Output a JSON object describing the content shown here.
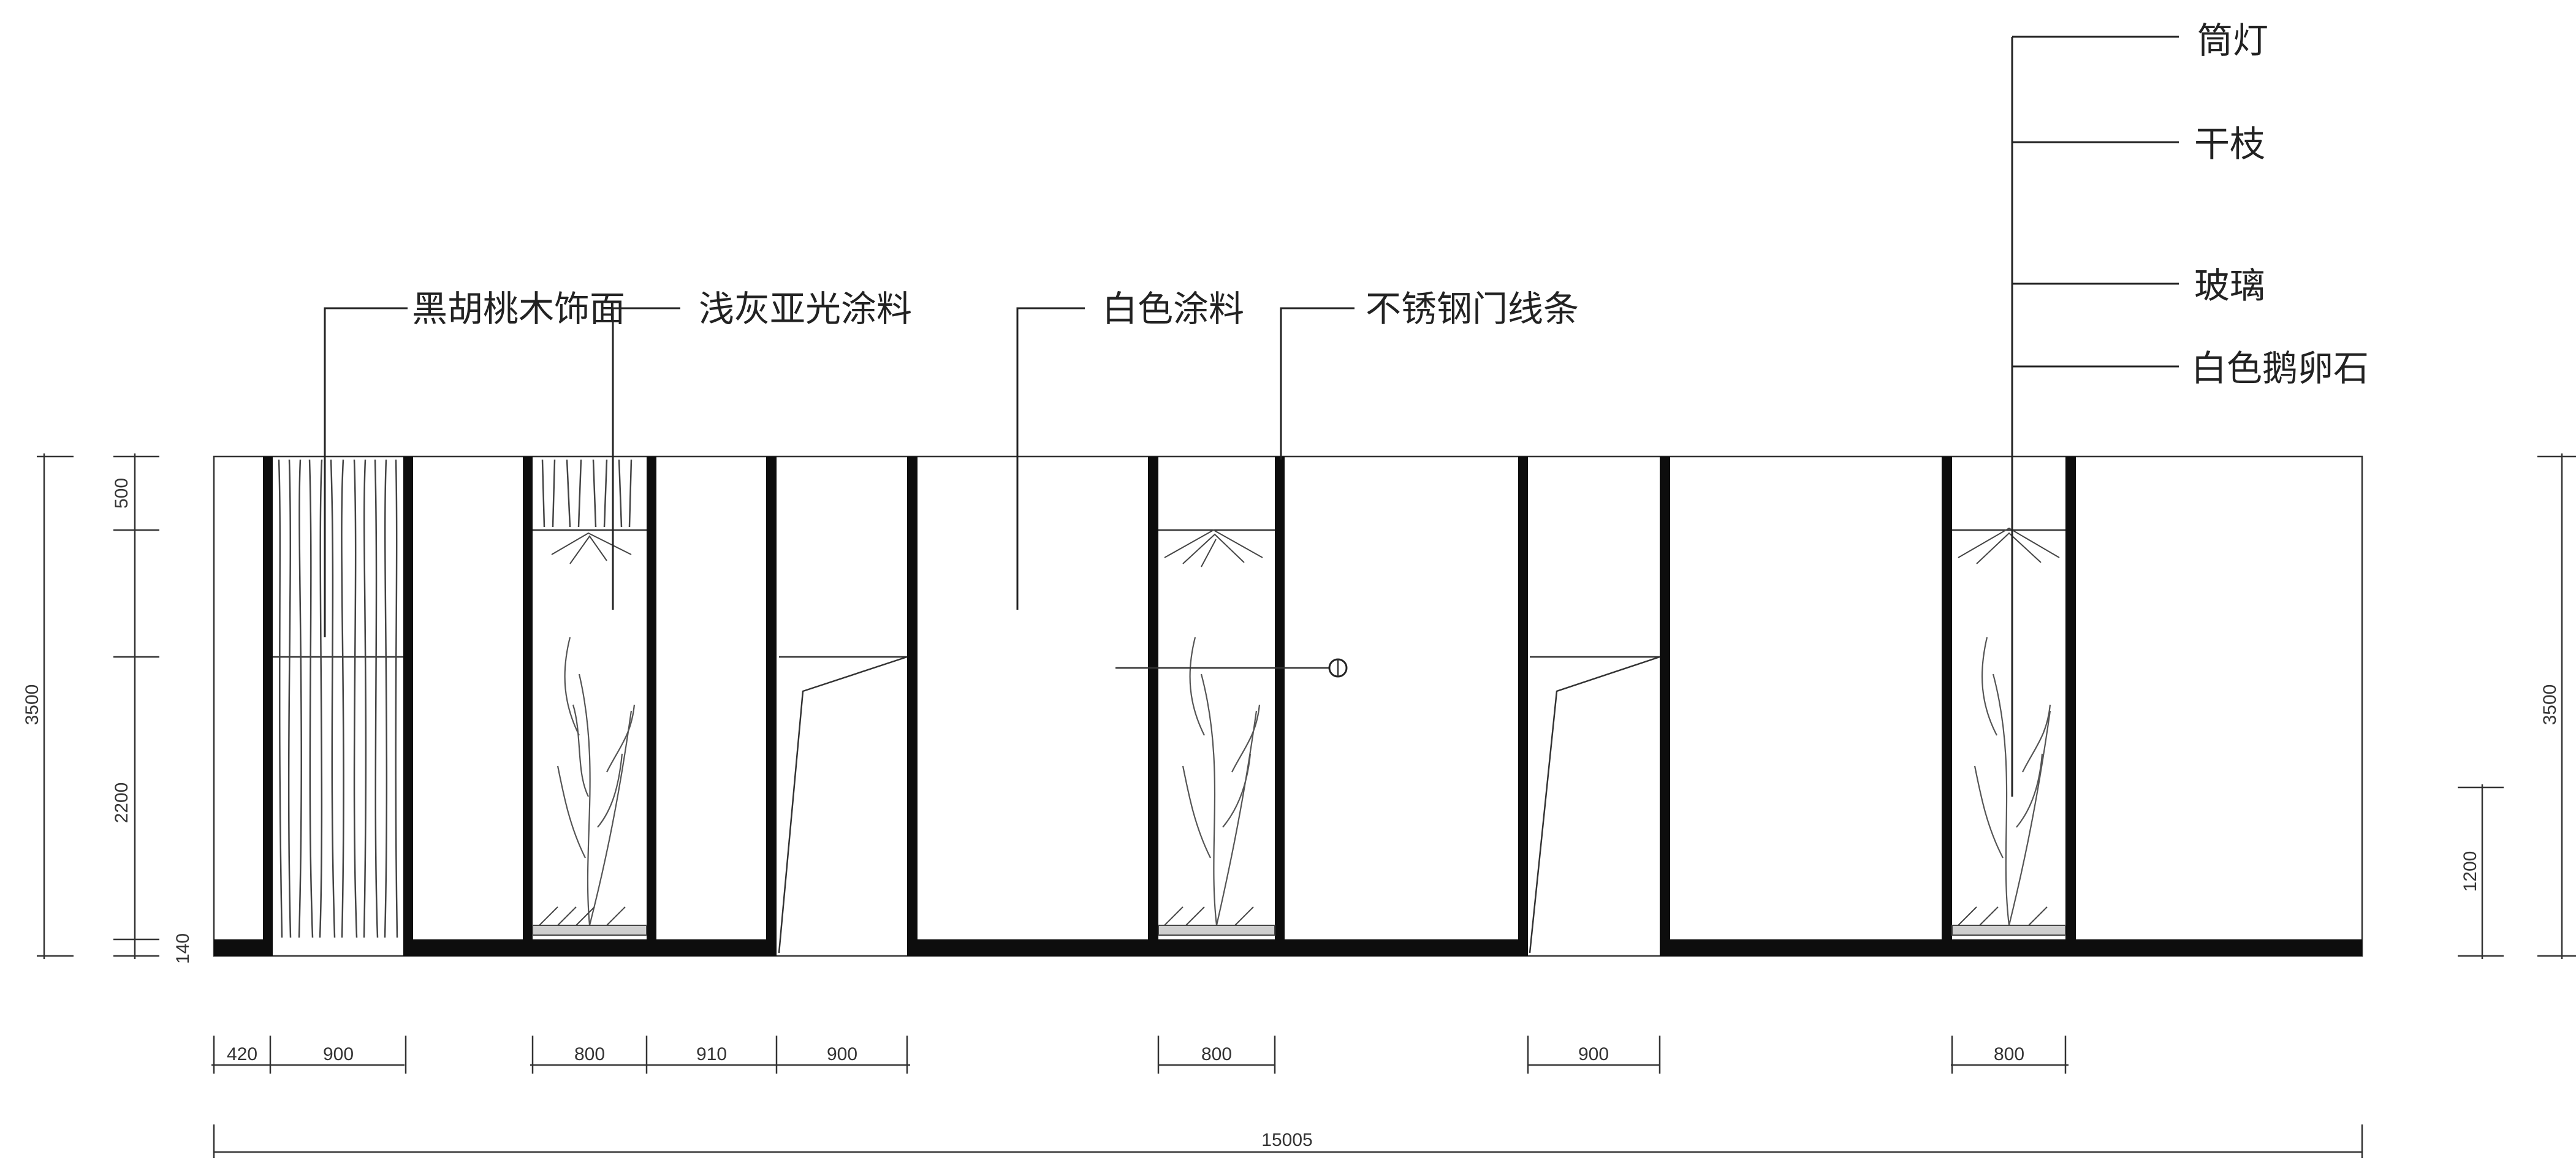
{
  "callouts": {
    "black_walnut": "黑胡桃木饰面",
    "light_grey_matte": "浅灰亚光涂料",
    "white_paint": "白色涂料",
    "stainless_door_trim": "不锈钢门线条",
    "downlight": "筒灯",
    "dry_branches": "干枝",
    "glass": "玻璃",
    "white_pebbles": "白色鹅卵石"
  },
  "dimensions": {
    "bottom": [
      "420",
      "900",
      "800",
      "910",
      "900",
      "800",
      "900",
      "800"
    ],
    "total": "15005",
    "left": [
      "500",
      "2200",
      "140"
    ],
    "left_total": "3500",
    "right": "1200",
    "right_total": "3500"
  }
}
